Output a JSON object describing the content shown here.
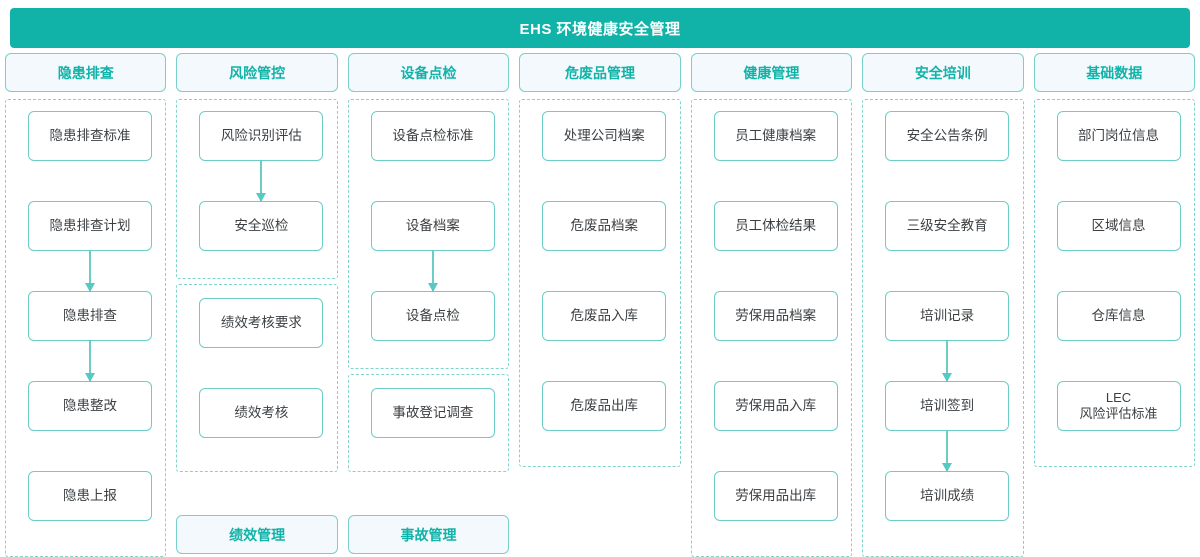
{
  "banner": {
    "title": "EHS 环境健康安全管理"
  },
  "theme": {
    "banner_bg": "#11b3a8",
    "header_fill": "#f4f9fd",
    "header_text": "#11b3a8",
    "node_border": "#6ccdc6",
    "group_dash": "#7fd4ce",
    "node_text": "#3c4043",
    "arrow": "#55c9c2"
  },
  "columns": [
    {
      "header": "隐患排查",
      "footer": null,
      "groups": [
        {
          "nodes": [
            {
              "label": "隐患排查标准",
              "row": 0
            },
            {
              "label": "隐患排查计划",
              "row": 1
            },
            {
              "label": "隐患排查",
              "row": 2
            },
            {
              "label": "隐患整改",
              "row": 3
            },
            {
              "label": "隐患上报",
              "row": 4
            }
          ],
          "arrows": [
            {
              "from_row": 1,
              "to_row": 2
            },
            {
              "from_row": 2,
              "to_row": 3
            }
          ]
        }
      ]
    },
    {
      "header": "风险管控",
      "footer": "绩效管理",
      "groups": [
        {
          "nodes": [
            {
              "label": "风险识别评估",
              "row": 0
            },
            {
              "label": "安全巡检",
              "row": 1
            }
          ],
          "arrows": [
            {
              "from_row": 0,
              "to_row": 1
            }
          ]
        },
        {
          "nodes": [
            {
              "label": "绩效考核要求",
              "row": 2
            },
            {
              "label": "绩效考核",
              "row": 3
            }
          ],
          "arrows": []
        }
      ]
    },
    {
      "header": "设备点检",
      "footer": "事故管理",
      "groups": [
        {
          "nodes": [
            {
              "label": "设备点检标准",
              "row": 0
            },
            {
              "label": "设备档案",
              "row": 1
            },
            {
              "label": "设备点检",
              "row": 2
            }
          ],
          "arrows": [
            {
              "from_row": 1,
              "to_row": 2
            }
          ]
        },
        {
          "nodes": [
            {
              "label": "事故登记调查",
              "row": 3
            }
          ],
          "arrows": []
        }
      ]
    },
    {
      "header": "危废品管理",
      "footer": null,
      "groups": [
        {
          "nodes": [
            {
              "label": "处理公司档案",
              "row": 0
            },
            {
              "label": "危废品档案",
              "row": 1
            },
            {
              "label": "危废品入库",
              "row": 2
            },
            {
              "label": "危废品出库",
              "row": 3
            }
          ],
          "arrows": []
        }
      ]
    },
    {
      "header": "健康管理",
      "footer": null,
      "groups": [
        {
          "nodes": [
            {
              "label": "员工健康档案",
              "row": 0
            },
            {
              "label": "员工体检结果",
              "row": 1
            },
            {
              "label": "劳保用品档案",
              "row": 2
            },
            {
              "label": "劳保用品入库",
              "row": 3
            },
            {
              "label": "劳保用品出库",
              "row": 4
            }
          ],
          "arrows": []
        }
      ]
    },
    {
      "header": "安全培训",
      "footer": null,
      "groups": [
        {
          "nodes": [
            {
              "label": "安全公告条例",
              "row": 0
            },
            {
              "label": "三级安全教育",
              "row": 1
            },
            {
              "label": "培训记录",
              "row": 2
            },
            {
              "label": "培训签到",
              "row": 3
            },
            {
              "label": "培训成绩",
              "row": 4
            }
          ],
          "arrows": [
            {
              "from_row": 2,
              "to_row": 3
            },
            {
              "from_row": 3,
              "to_row": 4
            }
          ]
        }
      ]
    },
    {
      "header": "基础数据",
      "footer": null,
      "groups": [
        {
          "nodes": [
            {
              "label": "部门岗位信息",
              "row": 0
            },
            {
              "label": "区域信息",
              "row": 1
            },
            {
              "label": "仓库信息",
              "row": 2
            },
            {
              "label": "LEC\n风险评估标准",
              "row": 3
            }
          ],
          "arrows": []
        }
      ]
    }
  ]
}
